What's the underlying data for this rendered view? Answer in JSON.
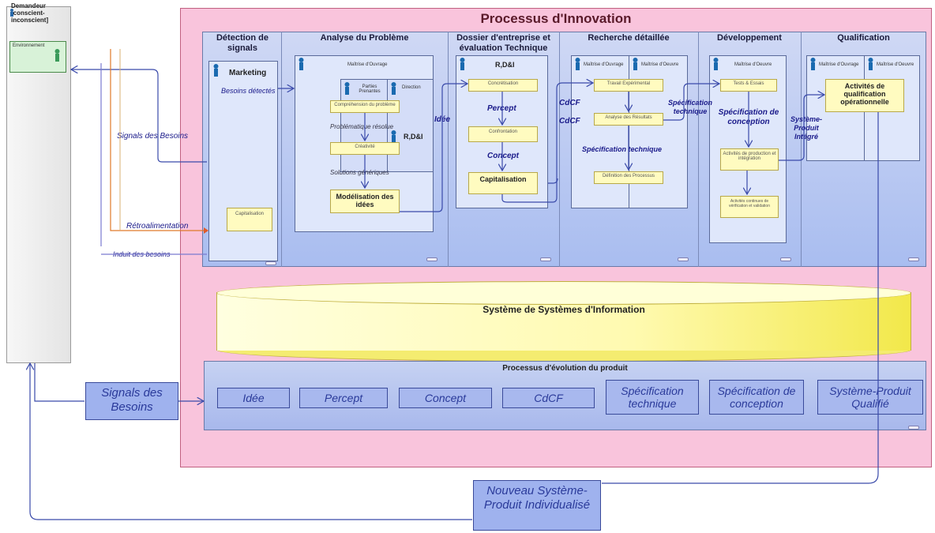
{
  "demandeur": {
    "title": "Demandeur [conscient-inconscient]",
    "env_label": "Environnement"
  },
  "process": {
    "title": "Processus d'Innovation"
  },
  "columns": {
    "detection": {
      "title": "Détection de signals",
      "role": "Marketing",
      "flow": "Besoins détectés",
      "box": "Capitalisation"
    },
    "analyse": {
      "title": "Analyse du Problème",
      "role_main": "Maîtrise d'Ouvrage",
      "role_pp": "Parties Prenantes",
      "role_dir": "Direction",
      "role_rdi": "R,D&I",
      "box1": "Compréhension du problème",
      "lbl1": "Problématique résolue",
      "box2": "Créativité",
      "lbl2": "Solutions génériques",
      "box3": "Modélisation des idées"
    },
    "dossier": {
      "title": "Dossier d'entreprise et évaluation Technique",
      "role": "R,D&I",
      "box1": "Concrétisation",
      "lbl1": "Percept",
      "box2": "Confrontation",
      "lbl2": "Concept",
      "box3": "Capitalisation"
    },
    "recherche": {
      "title": "Recherche détaillée",
      "role1": "Maîtrise d'Ouvrage",
      "role2": "Maîtrise d'Oeuvre",
      "box1": "Travail Expérimental",
      "box2": "Analyse des Résultats",
      "lbl": "Spécification technique",
      "box3": "Définition des Processus"
    },
    "dev": {
      "title": "Développement",
      "role": "Maîtrise d'Oeuvre",
      "box1": "Tests & Essais",
      "lbl": "Spécification de conception",
      "box2": "Activités de production et intégration",
      "box3": "Activités continues de vérification et validation"
    },
    "qualif": {
      "title": "Qualification",
      "role1": "Maîtrise d'Ouvrage",
      "role2": "Maîtrise d'Oeuvre",
      "box": "Activités de qualification opérationnelle"
    }
  },
  "flows": {
    "signals": "Signals des Besoins",
    "retro": "Rétroalimentation",
    "induit": "Induit des besoins",
    "idee": "Idée",
    "cdcf1": "CdCF",
    "cdcf2": "CdCF",
    "spec_tech": "Spécification technique",
    "systeme": "Système-Produit Intégré"
  },
  "ssi": {
    "label": "Système de Systèmes d'Information"
  },
  "evolution": {
    "title": "Processus d'évolution du produit",
    "items": [
      "Idée",
      "Percept",
      "Concept",
      "CdCF",
      "Spécification technique",
      "Spécification de conception",
      "Système-Produit Qualifié"
    ]
  },
  "signals_box": "Signals des Besoins",
  "nouveau": "Nouveau Système-Produit Individualisé",
  "colors": {
    "process_bg": "#f9c4dc",
    "swimlane": "#a9bdf0",
    "cylinder": "#fffab0",
    "flow": "#2a3a9a",
    "orange_line": "#e07a2a"
  }
}
